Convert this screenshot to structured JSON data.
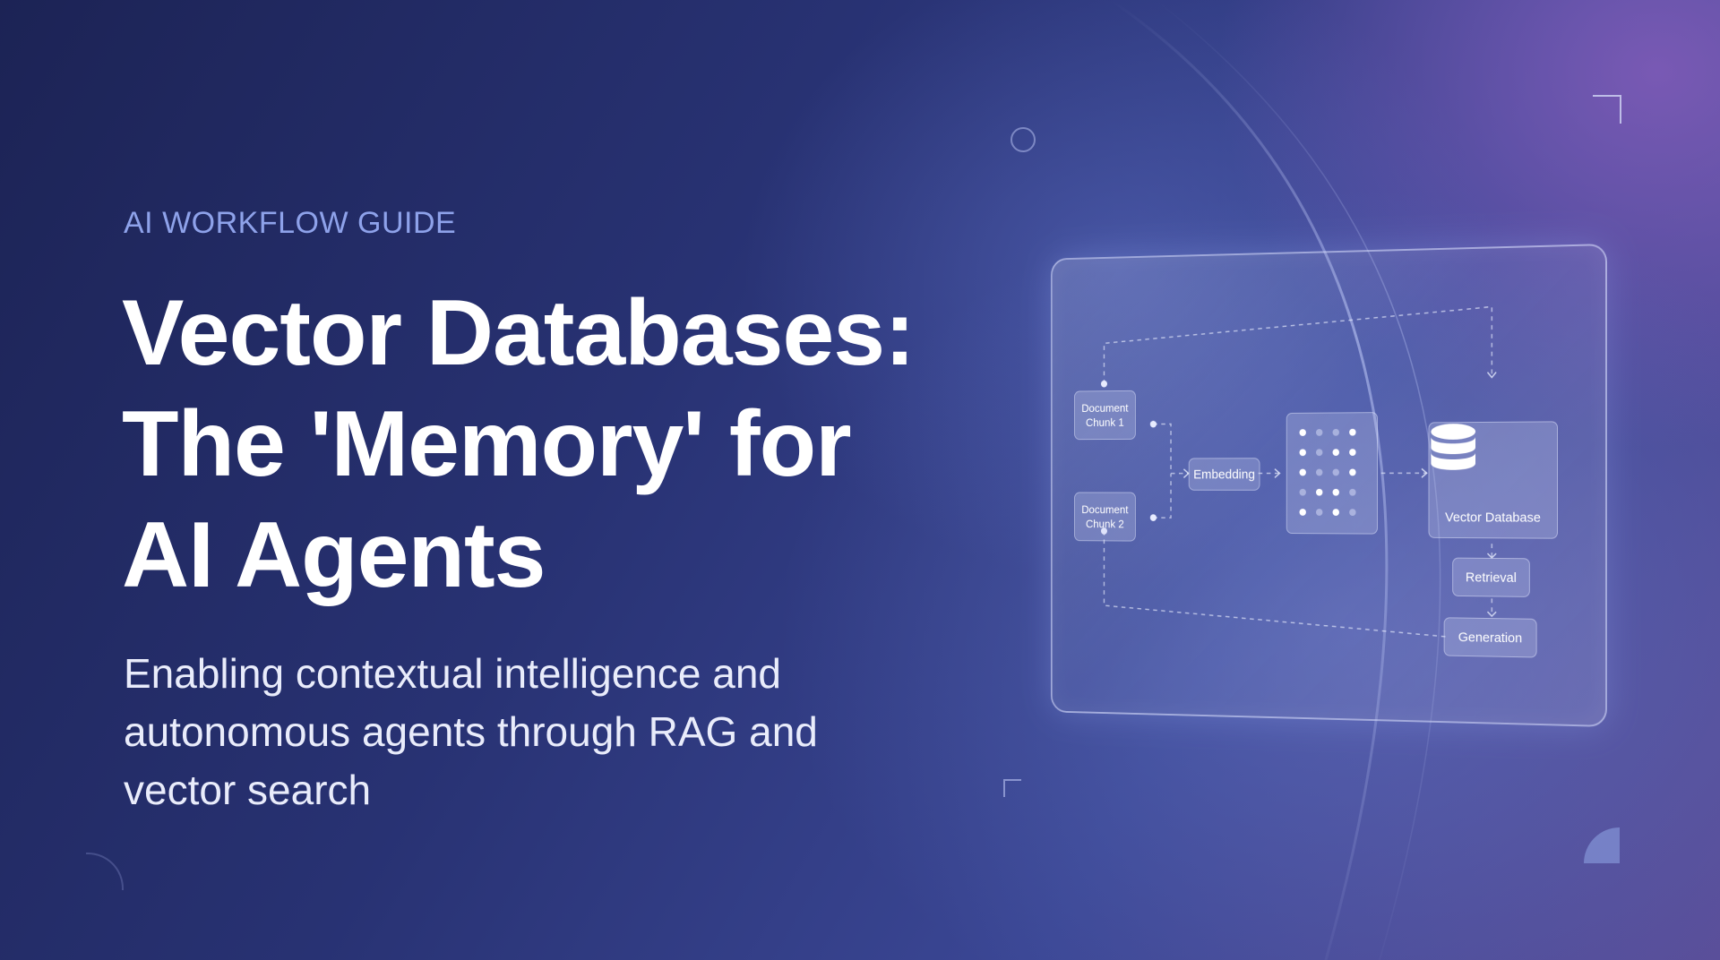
{
  "hero": {
    "eyebrow": "AI WORKFLOW GUIDE",
    "title_lines": [
      "Vector Databases:",
      "The 'Memory' for",
      "AI Agents"
    ],
    "subtitle_lines": [
      "Enabling contextual intelligence and",
      "autonomous agents through RAG and",
      "vector search"
    ]
  },
  "diagram": {
    "chunk1": [
      "Document",
      "Chunk 1"
    ],
    "chunk2": [
      "Document",
      "Chunk 2"
    ],
    "embedding": "Embedding",
    "vector_db": "Vector Database",
    "retrieval": "Retrieval",
    "generation": "Generation",
    "icons": [
      "database-icon",
      "vector-dot-grid"
    ]
  },
  "colors": {
    "eyebrow": "#8ea2ea",
    "title": "#ffffff",
    "background_dark": "#1c2355",
    "background_accent": "#5a4f9a"
  }
}
